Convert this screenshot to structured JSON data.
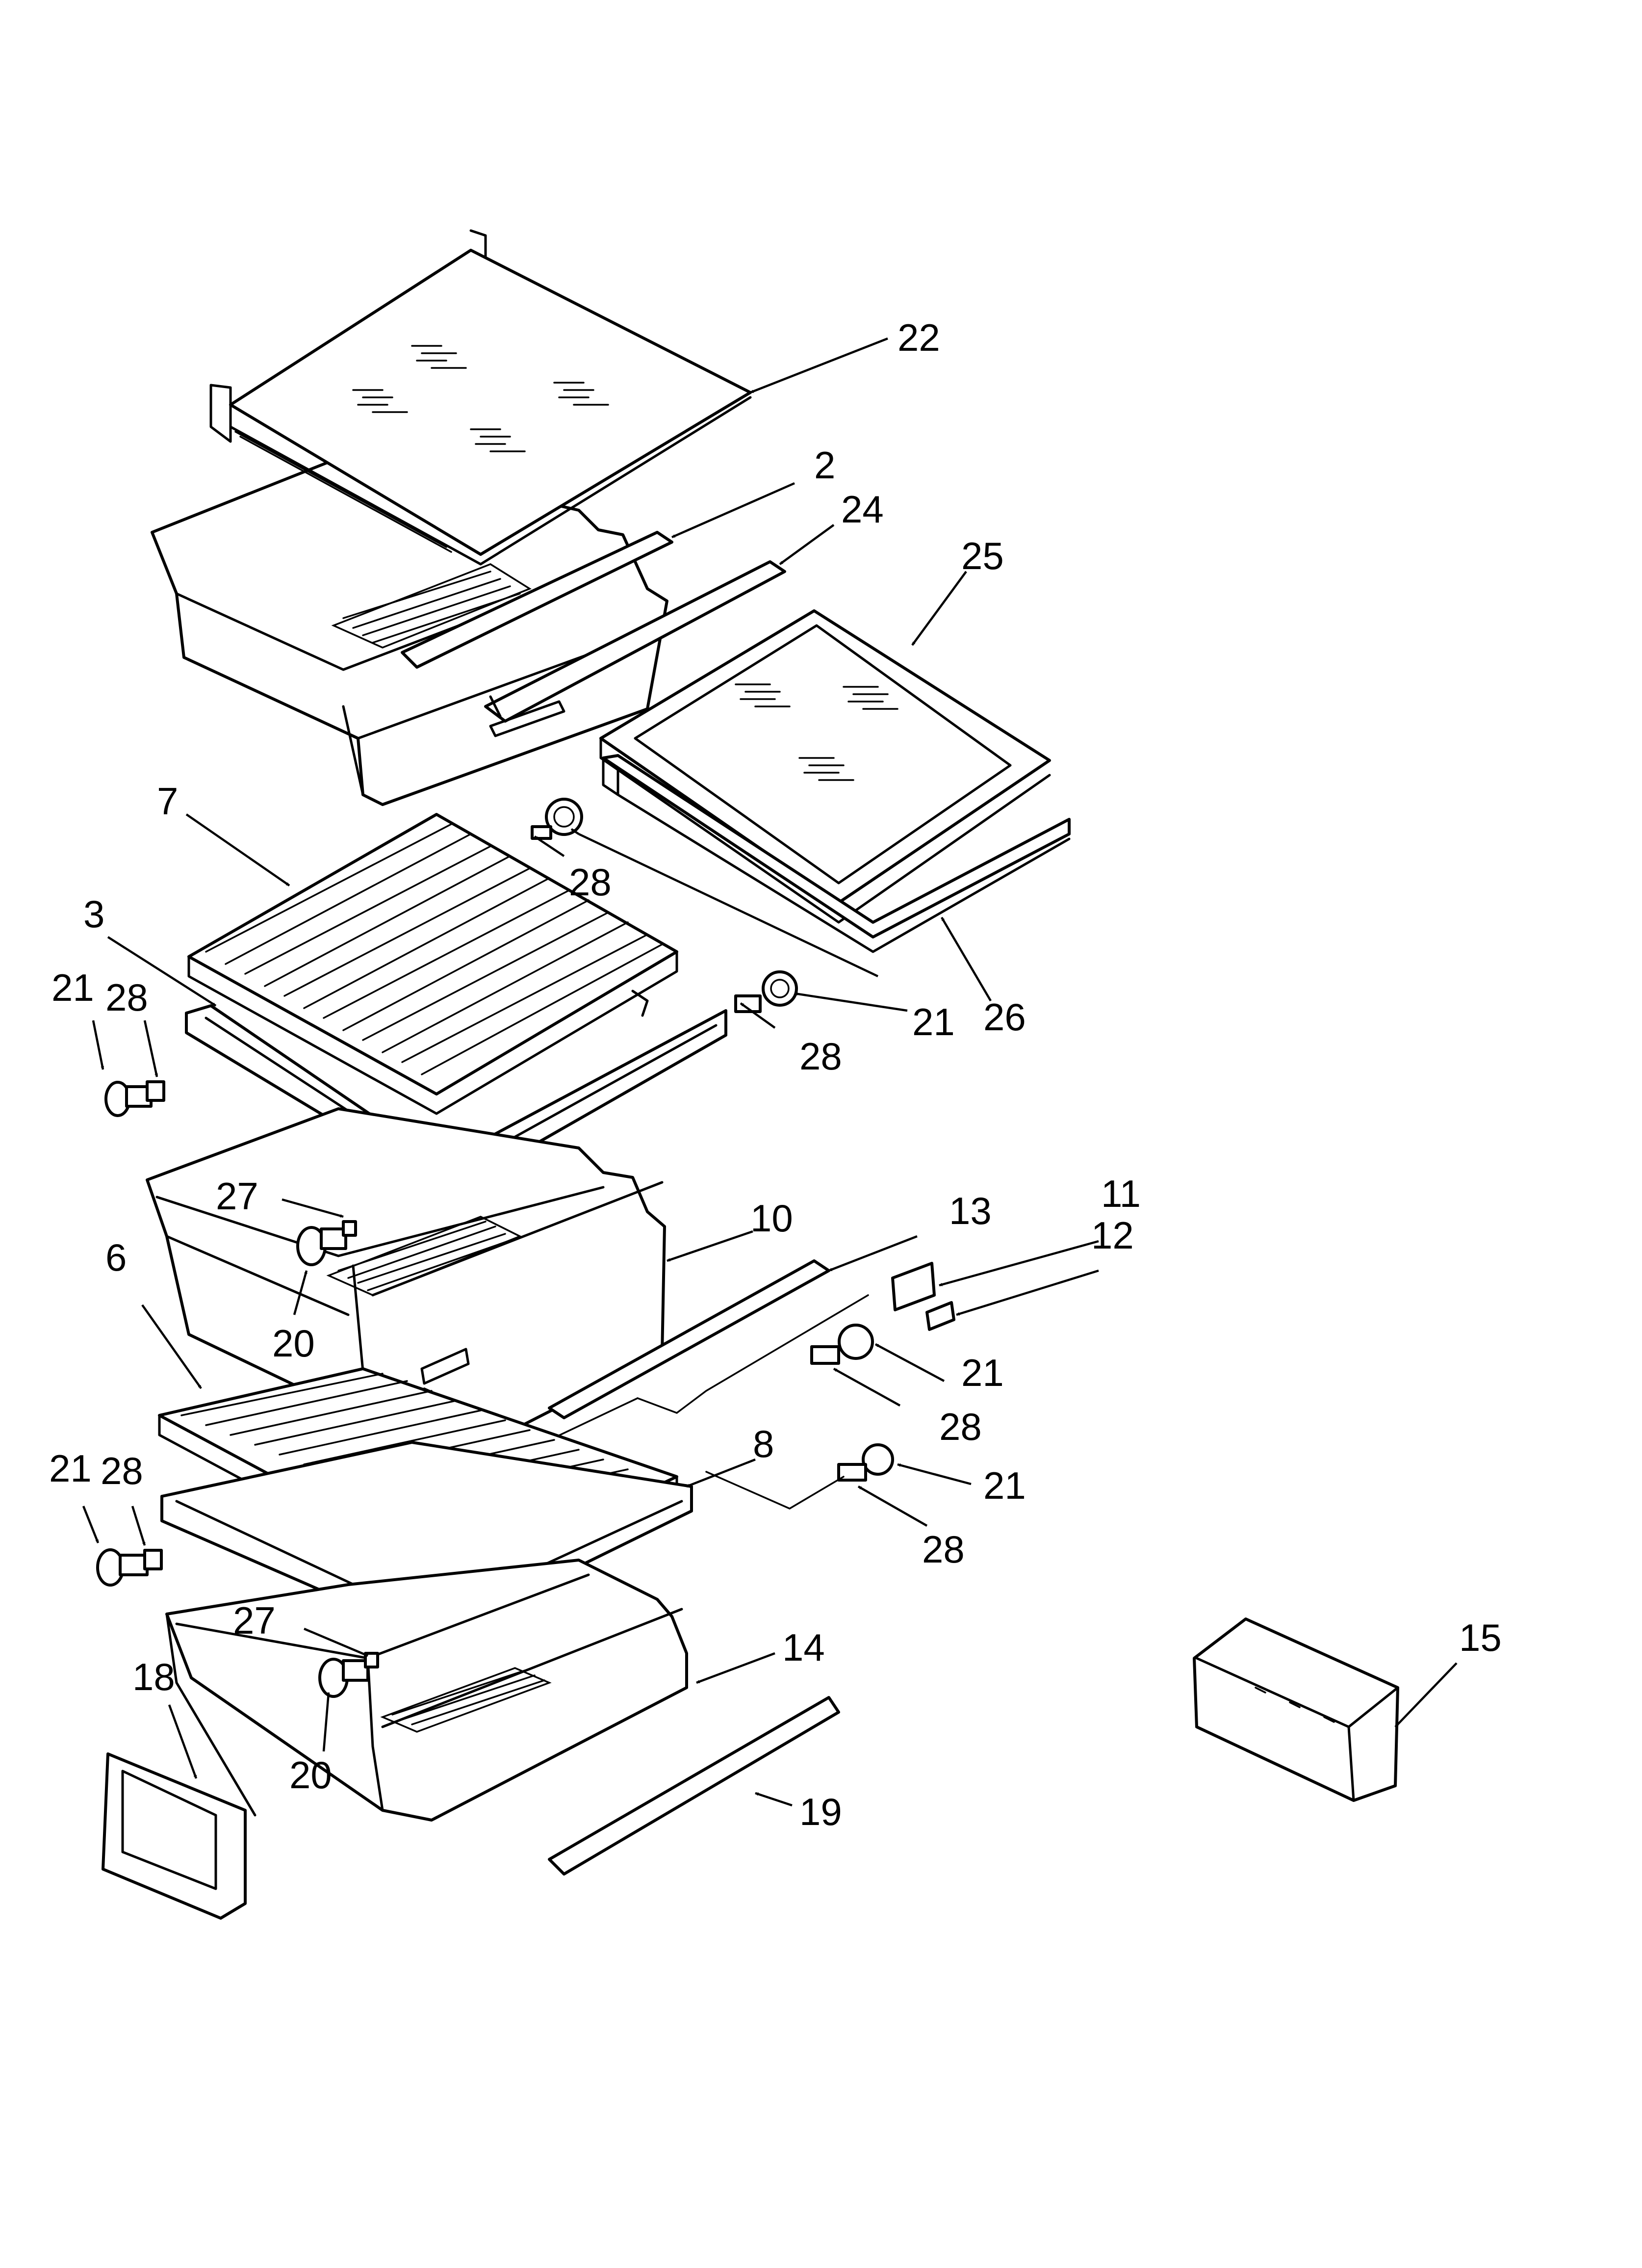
{
  "diagram": {
    "type": "exploded parts diagram",
    "callouts": [
      {
        "id": "c22",
        "label": "22",
        "part": "22"
      },
      {
        "id": "c2",
        "label": "2",
        "part": "2"
      },
      {
        "id": "c24",
        "label": "24",
        "part": "24"
      },
      {
        "id": "c25",
        "label": "25",
        "part": "25"
      },
      {
        "id": "c7",
        "label": "7",
        "part": "7"
      },
      {
        "id": "c3",
        "label": "3",
        "part": "3"
      },
      {
        "id": "c28a",
        "label": "28",
        "part": "28"
      },
      {
        "id": "c21a",
        "label": "21",
        "part": "21"
      },
      {
        "id": "c26",
        "label": "26",
        "part": "26"
      },
      {
        "id": "c28b",
        "label": "28",
        "part": "28"
      },
      {
        "id": "c21b",
        "label": "21",
        "part": "21"
      },
      {
        "id": "c28c",
        "label": "28",
        "part": "28"
      },
      {
        "id": "c27a",
        "label": "27",
        "part": "27"
      },
      {
        "id": "c10",
        "label": "10",
        "part": "10"
      },
      {
        "id": "c13",
        "label": "13",
        "part": "13"
      },
      {
        "id": "c11",
        "label": "11",
        "part": "11"
      },
      {
        "id": "c12",
        "label": "12",
        "part": "12"
      },
      {
        "id": "c6",
        "label": "6",
        "part": "6"
      },
      {
        "id": "c20a",
        "label": "20",
        "part": "20"
      },
      {
        "id": "c21c",
        "label": "21",
        "part": "21"
      },
      {
        "id": "c28d",
        "label": "28",
        "part": "28"
      },
      {
        "id": "c8",
        "label": "8",
        "part": "8"
      },
      {
        "id": "c21d",
        "label": "21",
        "part": "21"
      },
      {
        "id": "c28e",
        "label": "28",
        "part": "28"
      },
      {
        "id": "c21e",
        "label": "21",
        "part": "21"
      },
      {
        "id": "c28f",
        "label": "28",
        "part": "28"
      },
      {
        "id": "c27b",
        "label": "27",
        "part": "27"
      },
      {
        "id": "c14",
        "label": "14",
        "part": "14"
      },
      {
        "id": "c15",
        "label": "15",
        "part": "15"
      },
      {
        "id": "c18",
        "label": "18",
        "part": "18"
      },
      {
        "id": "c20b",
        "label": "20",
        "part": "20"
      },
      {
        "id": "c19",
        "label": "19",
        "part": "19"
      }
    ]
  }
}
